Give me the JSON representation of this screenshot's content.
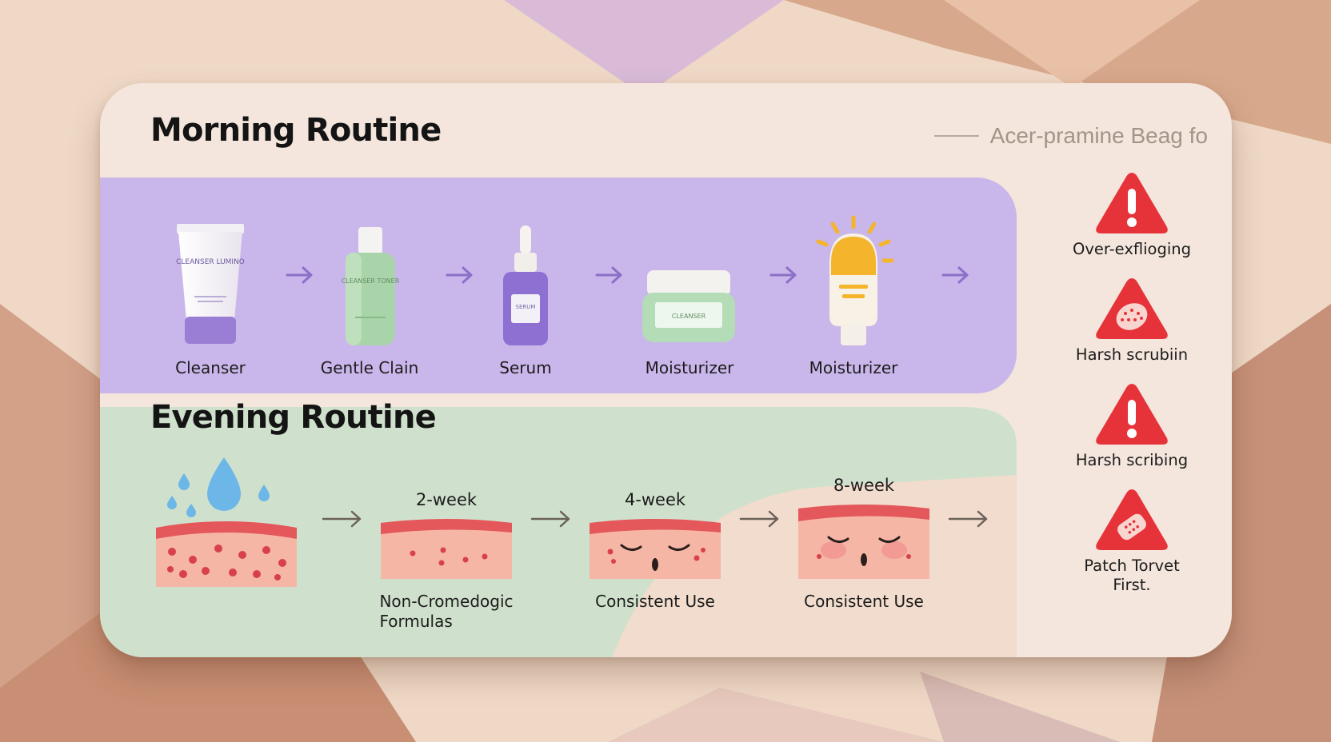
{
  "colors": {
    "morning_panel": "#c9b6ea",
    "evening_panel": "#cfe1cc",
    "warning_red": "#e6333a",
    "arrow_morning": "#8b70c8",
    "arrow_evening": "#6b625a",
    "skin": "#f5b6a6",
    "skin_band": "#e4575a"
  },
  "header": {
    "tagline": "Acer-pramine Beag fo"
  },
  "morning": {
    "title": "Morning Routine",
    "steps": [
      {
        "label": "Cleanser",
        "icon": "cleanser-tube-icon",
        "product_text": "CLEANSER LUMINO"
      },
      {
        "label": "Gentle Clain",
        "icon": "toner-bottle-icon",
        "product_text": "CLEANSER TONER"
      },
      {
        "label": "Serum",
        "icon": "serum-dropper-icon",
        "product_text": "SERUM"
      },
      {
        "label": "Moisturizer",
        "icon": "moisturizer-jar-icon",
        "product_text": "CLEANSER"
      },
      {
        "label": "Moisturizer",
        "icon": "sunscreen-bottle-icon"
      }
    ]
  },
  "evening": {
    "title": "Evening Routine",
    "stages": [
      {
        "period": "",
        "label": "",
        "icon": "hydration-skin-icon"
      },
      {
        "period": "2-week",
        "label": "Non-Cromedogic\nFormulas",
        "icon": "skin-improving-icon"
      },
      {
        "period": "4-week",
        "label": "Consistent Use",
        "icon": "skin-calming-icon"
      },
      {
        "period": "8-week",
        "label": "Consistent Use",
        "icon": "skin-clear-icon"
      }
    ]
  },
  "warnings": [
    {
      "label": "Over-exfliogin​g",
      "icon": "warning-exclamation-icon"
    },
    {
      "label": "Harsh scrubiin",
      "icon": "warning-scrub-icon"
    },
    {
      "label": "Harsh scribing",
      "icon": "warning-exclamation-icon"
    },
    {
      "label": "Patch Torvet\nFirst.",
      "icon": "warning-patch-icon"
    }
  ]
}
